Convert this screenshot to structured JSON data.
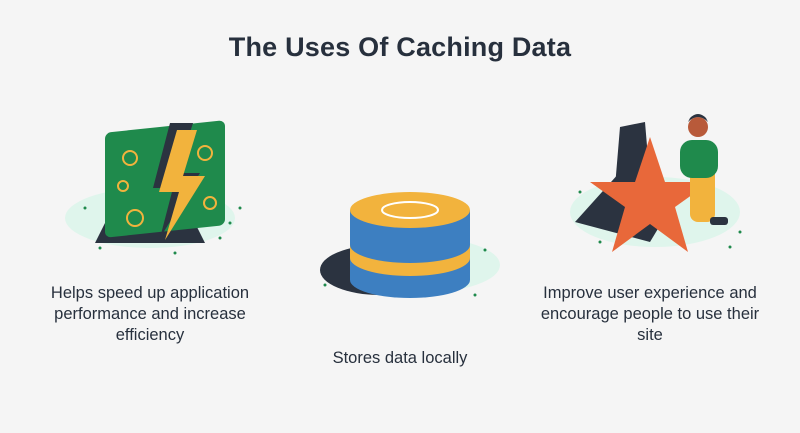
{
  "title": "The Uses Of Caching Data",
  "items": [
    {
      "icon": "lightning-card-icon",
      "caption": "Helps speed up application performance and increase efficiency"
    },
    {
      "icon": "database-icon",
      "caption": "Stores data locally"
    },
    {
      "icon": "person-star-icon",
      "caption": "Improve user experience and encourage people to use their site"
    }
  ],
  "colors": {
    "background": "#f5f5f5",
    "text": "#27303d",
    "mint": "#dff5ec",
    "green": "#1f8a4c",
    "yellow": "#f2b33d",
    "blue": "#3d7fc1",
    "orange": "#e8683a",
    "shadow": "#2b3340"
  }
}
